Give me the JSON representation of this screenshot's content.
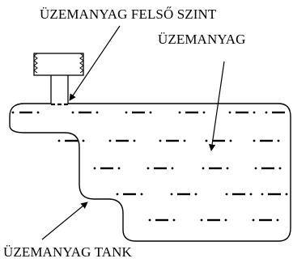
{
  "labels": {
    "fuel_upper_level": "ÜZEMANYAG FELSŐ SZINT",
    "fuel": "ÜZEMANYAG",
    "fuel_tank": "ÜZEMANYAG TANK"
  },
  "colors": {
    "ink": "#000000",
    "background": "#ffffff"
  }
}
